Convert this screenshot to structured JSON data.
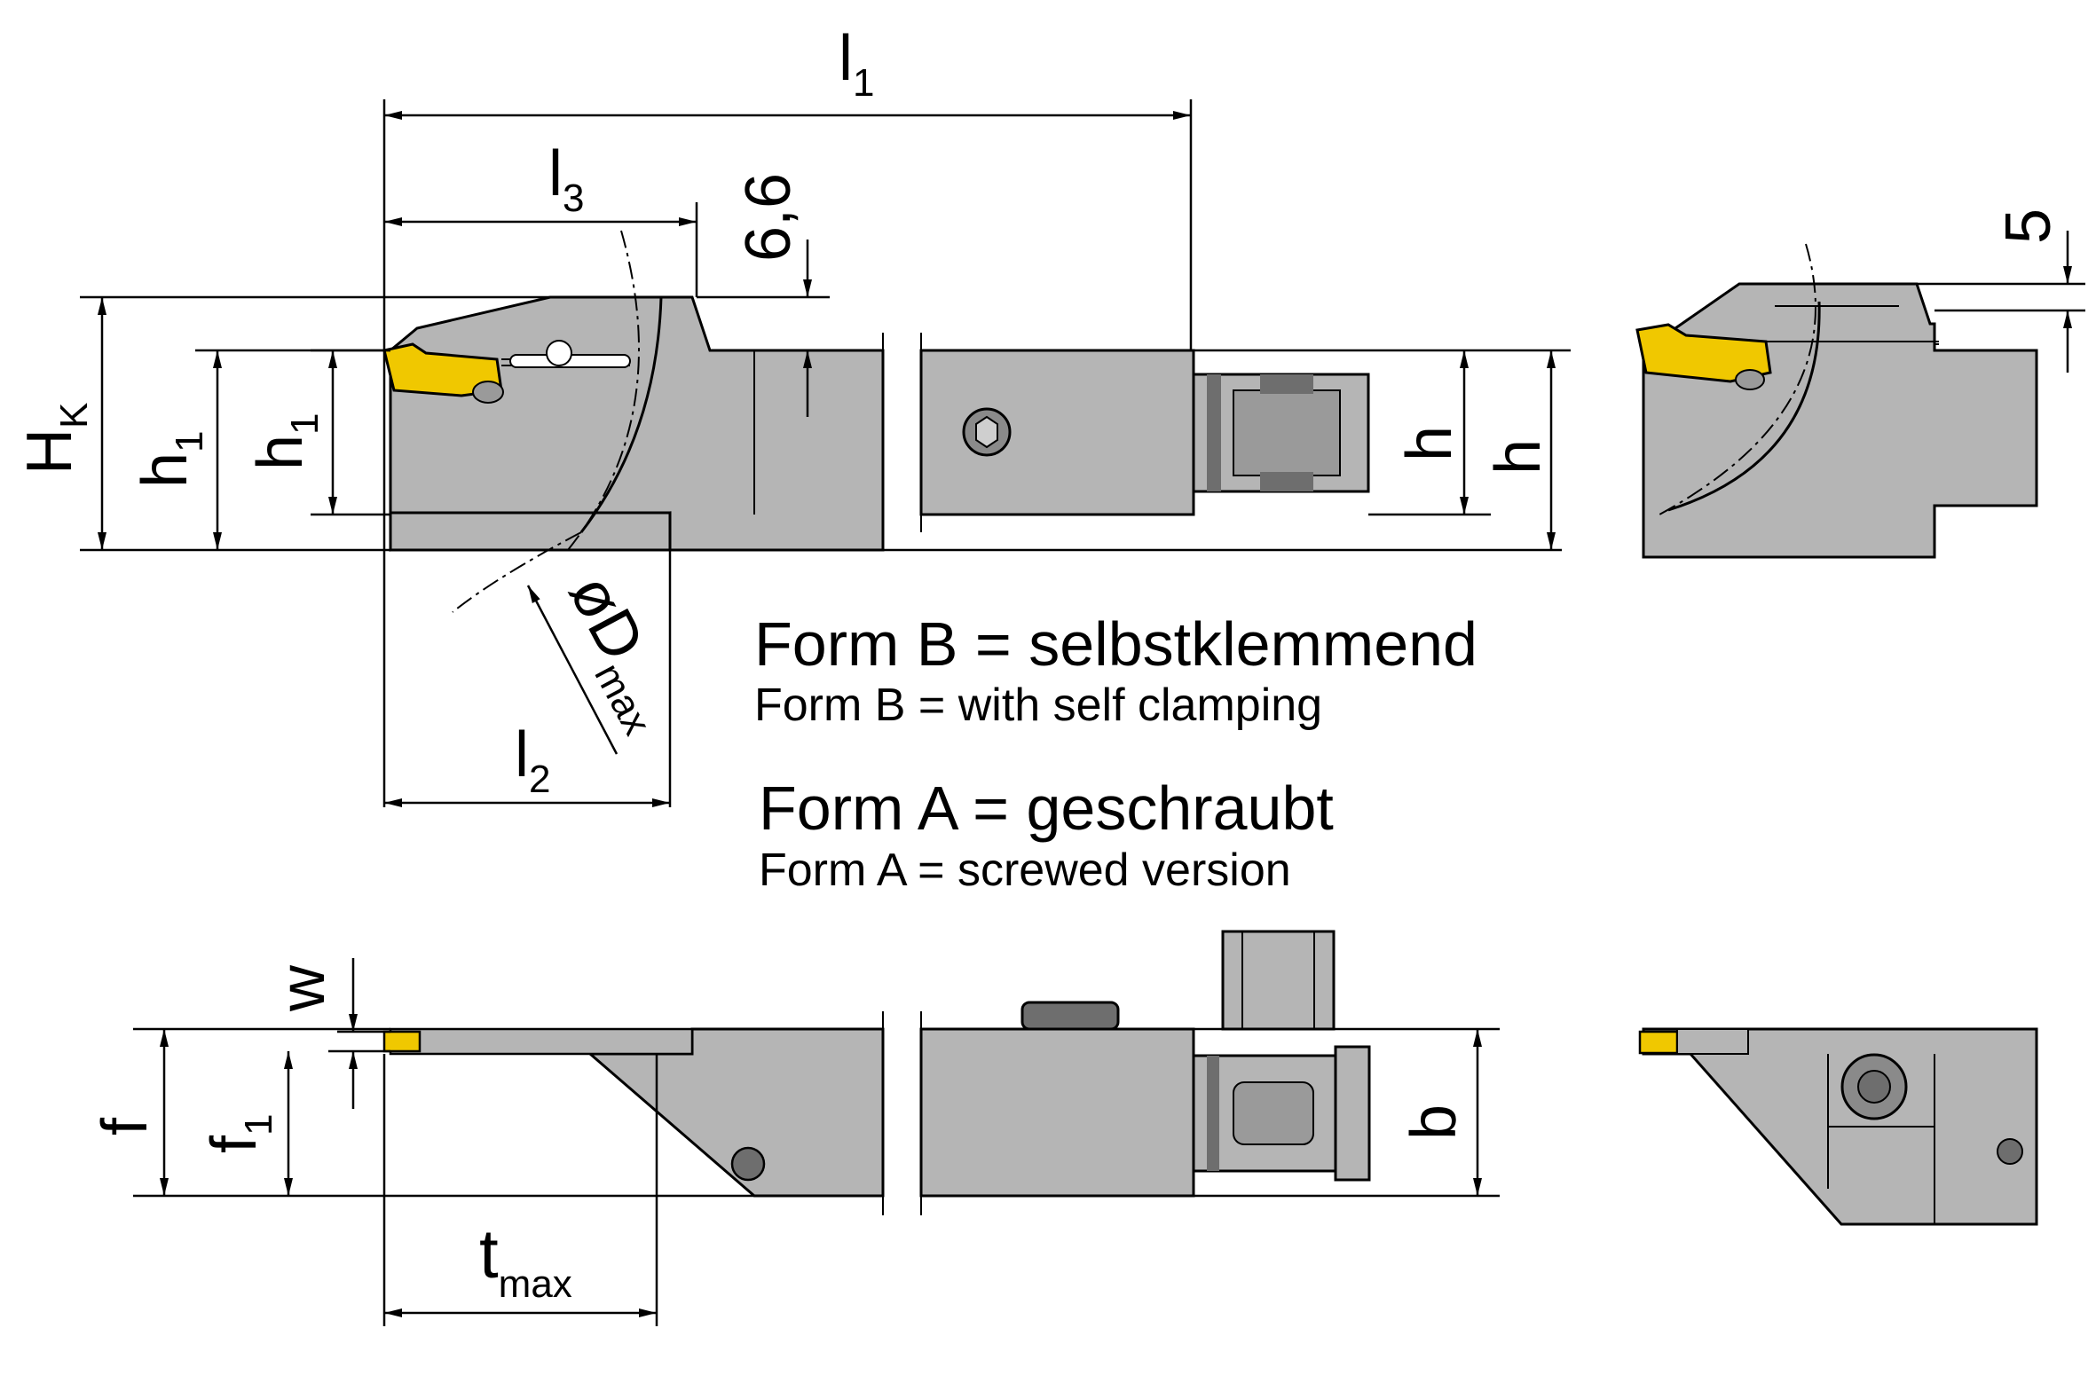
{
  "colors": {
    "body_grey": "#b5b5b5",
    "dark_grey": "#6e6e6e",
    "insert_yellow": "#f0c800",
    "line": "#000000"
  },
  "dimensions": {
    "l1": {
      "main": "l",
      "sub": "1"
    },
    "l3": {
      "main": "l",
      "sub": "3"
    },
    "l2": {
      "main": "l",
      "sub": "2"
    },
    "six_six": "6,6",
    "five": "5",
    "HK": {
      "main": "H",
      "sub": "K"
    },
    "h1_outer": {
      "main": "h",
      "sub": "1"
    },
    "h1_inner": {
      "main": "h",
      "sub": "1"
    },
    "h_left": "h",
    "h_right": "h",
    "dmax": {
      "main": "øD",
      "sub": "max"
    },
    "w": "w",
    "f": "f",
    "f1": {
      "main": "f",
      "sub": "1"
    },
    "b": "b",
    "tmax": {
      "main": "t",
      "sub": "max"
    }
  },
  "notes": {
    "form_b_de": "Form B = selbstklemmend",
    "form_b_en": "Form B = with self clamping",
    "form_a_de": "Form A = geschraubt",
    "form_a_en": "Form A = screwed version"
  }
}
